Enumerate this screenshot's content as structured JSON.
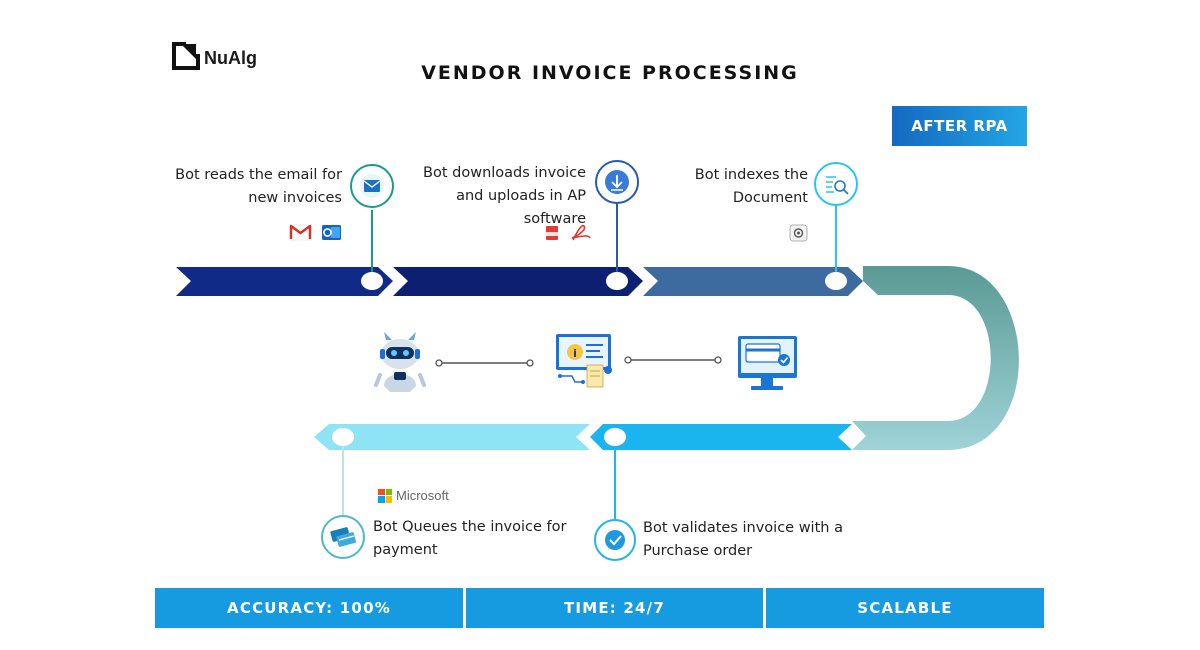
{
  "brand": {
    "name": "NuAlg"
  },
  "title": "VENDOR INVOICE PROCESSING",
  "badge": "AFTER RPA",
  "steps": [
    {
      "text_lines": [
        "Bot reads the email for",
        "new invoices"
      ],
      "icon": "email-icon"
    },
    {
      "text_lines": [
        "Bot downloads invoice",
        "and uploads in AP",
        "software"
      ],
      "icon": "download-icon"
    },
    {
      "text_lines": [
        "Bot indexes the",
        "Document"
      ],
      "icon": "search-document-icon"
    },
    {
      "text_lines": [
        "Bot validates invoice with a",
        "Purchase order"
      ],
      "icon": "checkmark-icon"
    },
    {
      "text_lines": [
        "Bot Queues the invoice for",
        "payment"
      ],
      "icon": "payment-cards-icon"
    }
  ],
  "tools": {
    "microsoft_label": "Microsoft"
  },
  "metrics": [
    {
      "label": "ACCURACY: 100%"
    },
    {
      "label": "TIME: 24/7"
    },
    {
      "label": "SCALABLE"
    }
  ],
  "colors": {
    "navy": "#0f2a87",
    "dark_navy": "#0c1f70",
    "slate_blue": "#3d6a9f",
    "teal": "#5e9e9a",
    "cyan": "#1ab4ee",
    "light_cyan": "#8ee4f4",
    "bar_blue": "#169be0",
    "step1_ring": "#1a9a8a",
    "step2_ring": "#2a5aa8",
    "step3_ring": "#2cc4ee",
    "step4_ring": "#22b6e8",
    "step5_ring": "#4fb8c0"
  }
}
